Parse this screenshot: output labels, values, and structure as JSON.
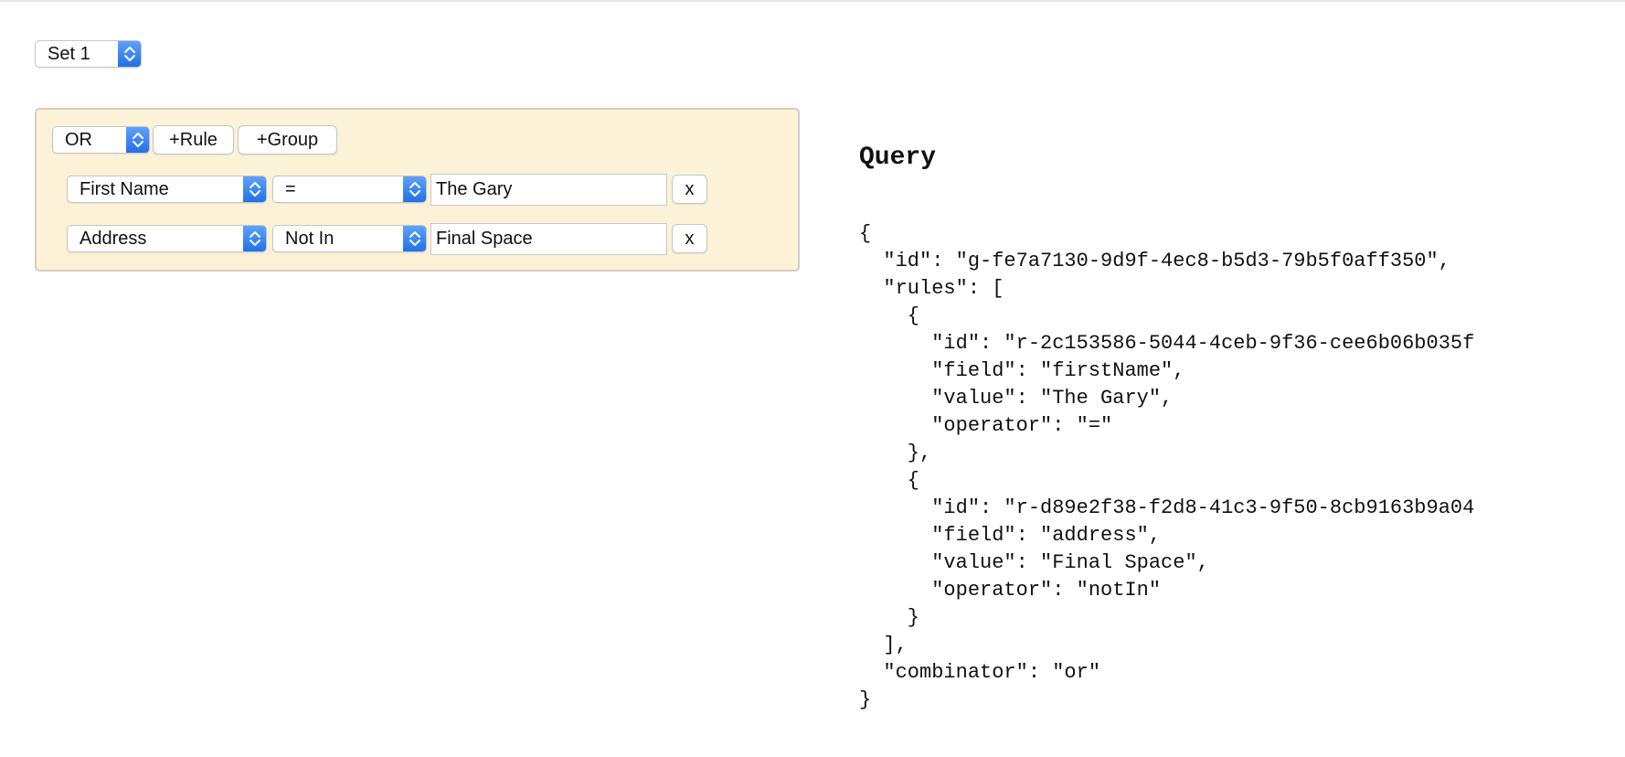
{
  "set_selector": {
    "value": "Set 1"
  },
  "group": {
    "combinator": "OR",
    "add_rule_label": "+Rule",
    "add_group_label": "+Group",
    "rules": [
      {
        "field": "First Name",
        "operator": "=",
        "value": "The Gary",
        "remove_label": "x"
      },
      {
        "field": "Address",
        "operator": "Not In",
        "value": "Final Space",
        "remove_label": "x"
      }
    ]
  },
  "query": {
    "title": "Query",
    "json_lines": [
      "{",
      "  \"id\": \"g-fe7a7130-9d9f-4ec8-b5d3-79b5f0aff350\",",
      "  \"rules\": [",
      "    {",
      "      \"id\": \"r-2c153586-5044-4ceb-9f36-cee6b06b035f",
      "      \"field\": \"firstName\",",
      "      \"value\": \"The Gary\",",
      "      \"operator\": \"=\"",
      "    },",
      "    {",
      "      \"id\": \"r-d89e2f38-f2d8-41c3-9f50-8cb9163b9a04",
      "      \"field\": \"address\",",
      "      \"value\": \"Final Space\",",
      "      \"operator\": \"notIn\"",
      "    }",
      "  ],",
      "  \"combinator\": \"or\"",
      "}"
    ]
  },
  "colors": {
    "group_background": "#fcf2d7",
    "group_border": "#d4cdc0",
    "stepper_blue": "#1f6fe8"
  },
  "icons": {
    "stepper": "chevron-up-down-icon"
  }
}
